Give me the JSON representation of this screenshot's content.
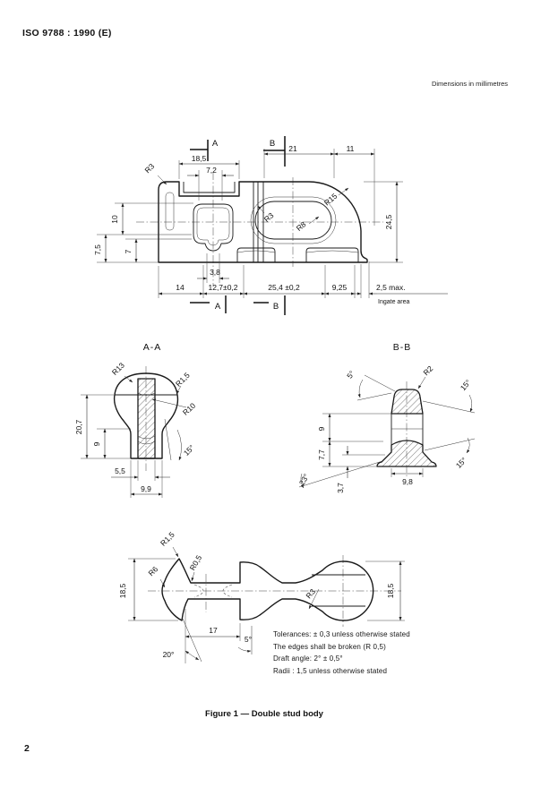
{
  "page": {
    "header": "ISO 9788 : 1990 (E)",
    "dimensions_note": "Dimensions in millimetres",
    "caption": "Figure 1 — Double stud body",
    "page_number": "2"
  },
  "main_view": {
    "section_a_top": "A",
    "section_b_top": "B",
    "section_a_bottom": "A",
    "section_b_bottom": "B",
    "dim_18_5": "18,5",
    "dim_7_2": "7,2",
    "dim_21": "21",
    "dim_11": "11",
    "r3_corner": "R3",
    "r3_slot": "R3",
    "r8_slot": "R8",
    "r15_corner": "R15",
    "dim_24_5": "24,5",
    "dim_10": "10",
    "dim_7_5": "7,5",
    "dim_7": "7",
    "dim_3_8": "3,8",
    "dim_14": "14",
    "dim_12_7": "12,7±0,2",
    "dim_25_4": "25,4 ±0,2",
    "dim_9_25": "9,25",
    "dim_2_5_max": "2,5 max.",
    "ingate_label": "Ingate area"
  },
  "section_aa": {
    "title": "A-A",
    "r13": "R13",
    "r1_5": "R1,5",
    "r10": "R10",
    "dim_20_7": "20,7",
    "dim_9": "9",
    "angle_15": "15°",
    "dim_5_5": "5,5",
    "dim_9_9": "9,9"
  },
  "section_bb": {
    "title": "B-B",
    "angle_5": "5°",
    "r2": "R2",
    "angle_15_top": "15°",
    "dim_9": "9",
    "dim_7_7": "7,7",
    "angle_23": "23°",
    "dim_3_7": "3,7",
    "dim_9_8": "9,8",
    "angle_15_bottom": "15°"
  },
  "bottom_view": {
    "r1_5": "R1,5",
    "r0_5": "R0,5",
    "r6": "R6",
    "dim_18_5_left": "18,5",
    "dim_17": "17",
    "angle_20": "20°",
    "angle_5": "5°",
    "r3": "R3",
    "dim_18_5_right": "18,5"
  },
  "notes": {
    "line1": "Tolerances:  ± 0,3 unless otherwise stated",
    "line2": "The edges shall be broken (R 0,5)",
    "line3": "Draft angle: 2°  ±  0,5°",
    "line4": "Radii : 1,5 unless otherwise stated"
  }
}
